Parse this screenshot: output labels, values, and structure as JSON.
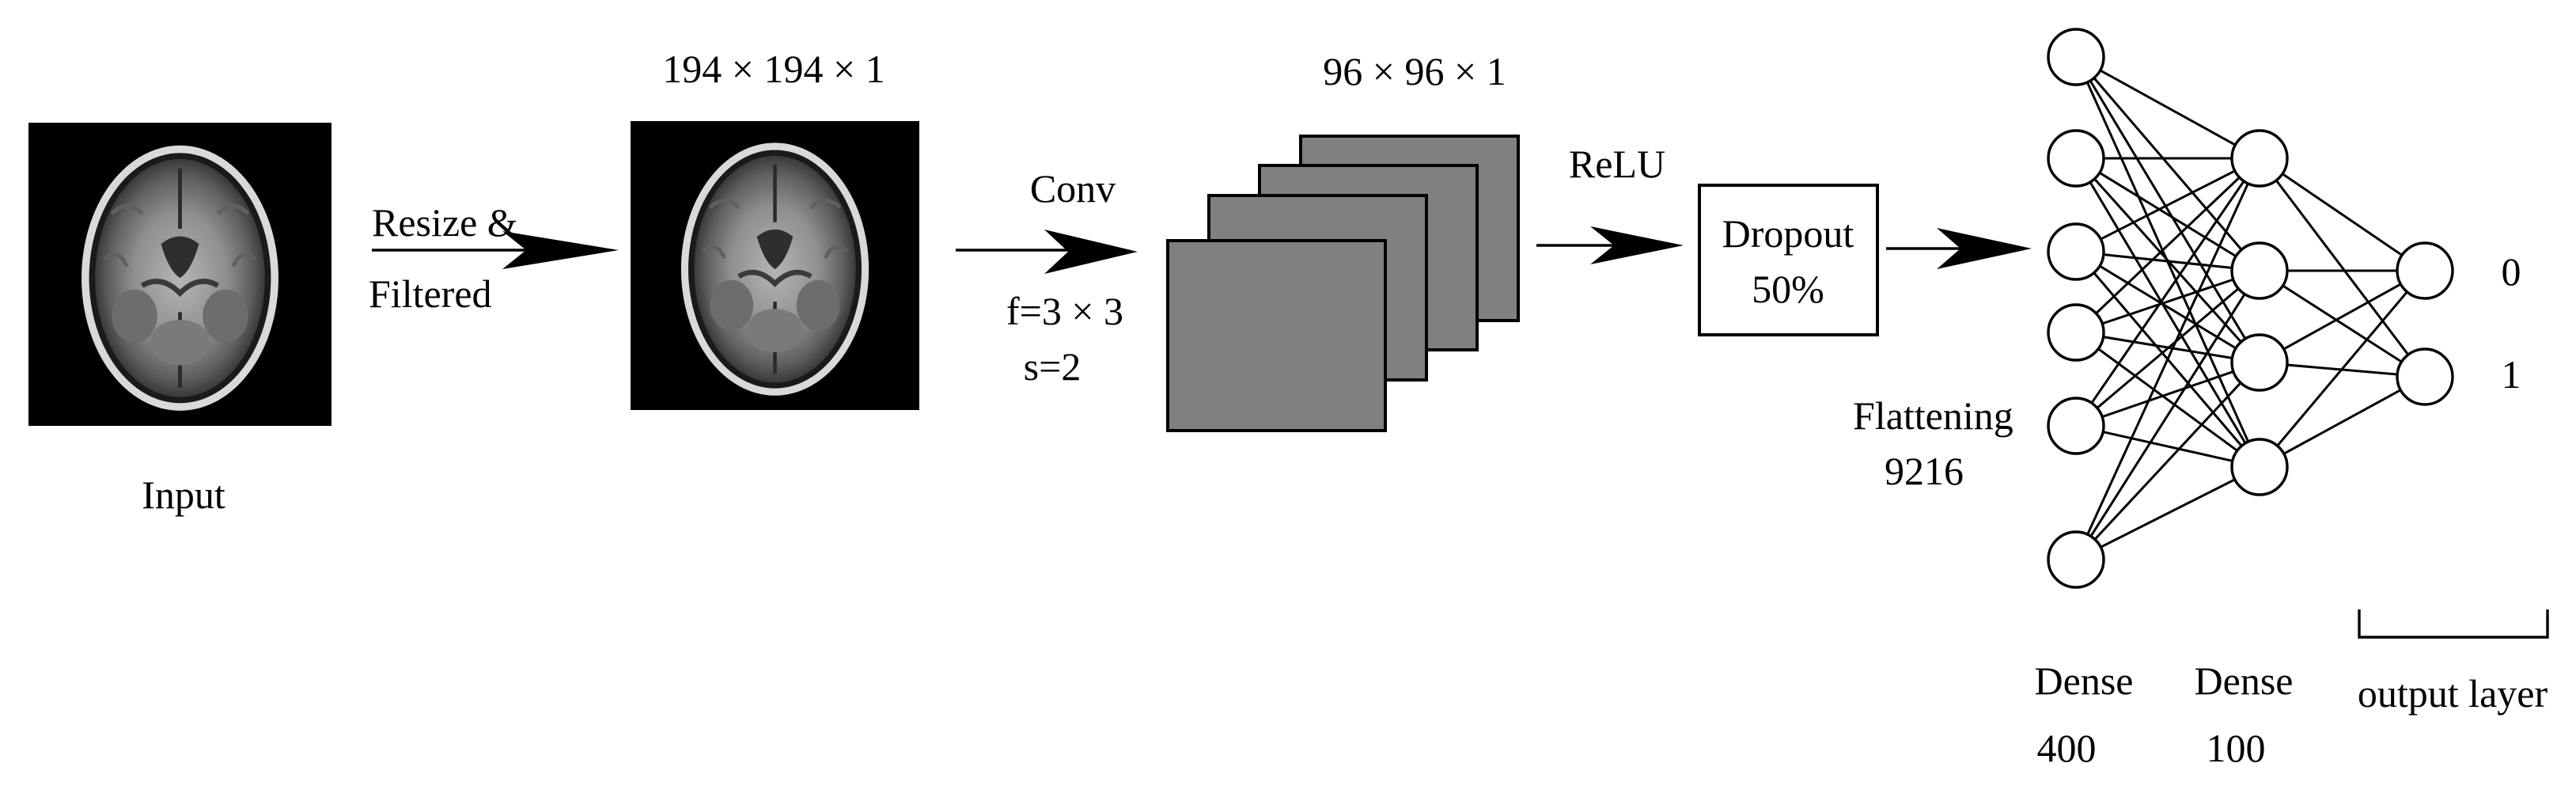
{
  "diagram": {
    "input_label": "Input",
    "resize_label_1": "Resize &",
    "resize_label_2": "Filtered",
    "resized_dims": "194  × 194 × 1",
    "conv_label": "Conv",
    "conv_filter": "f=3 × 3",
    "conv_stride": "s=2",
    "feature_dims": "96 × 96  × 1",
    "relu_label": "ReLU",
    "dropout_label_1": "Dropout",
    "dropout_label_2": "50%",
    "flatten_label_1": "Flattening",
    "flatten_label_2": "9216",
    "dense1_label_1": "Dense",
    "dense1_label_2": "400",
    "dense2_label_1": "Dense",
    "dense2_label_2": "100",
    "output_label": "output layer",
    "output_0": "0",
    "output_1": "1"
  }
}
